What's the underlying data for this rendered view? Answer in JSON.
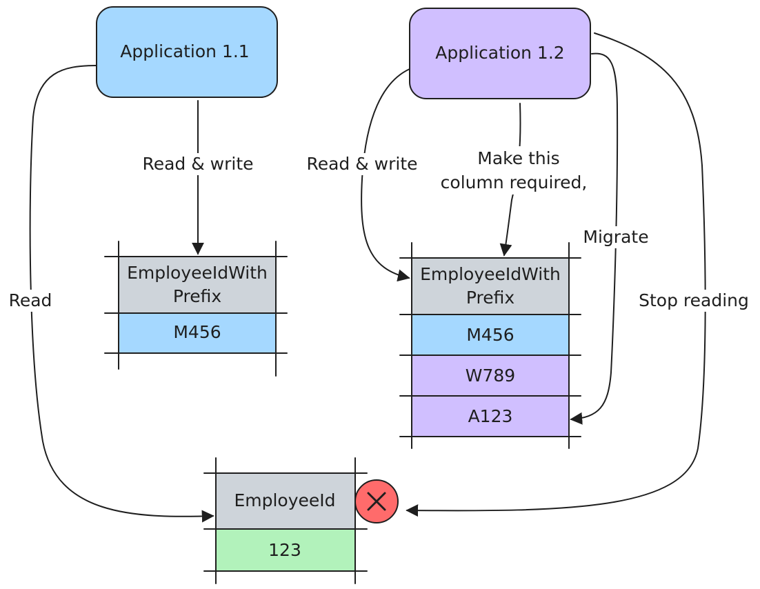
{
  "colors": {
    "app11": "#a5d8ff",
    "app12": "#d0bfff",
    "header_cell": "#ced4da",
    "employeeid_value": "#b2f2bb",
    "remove_badge": "#ff6b6b",
    "ink": "#1e1e1e"
  },
  "nodes": {
    "app11": {
      "label": "Application 1.1"
    },
    "app12": {
      "label": "Application 1.2"
    }
  },
  "tables": {
    "left": {
      "header_line1": "EmployeeIdWith",
      "header_line2": "Prefix",
      "rows": [
        {
          "value": "M456",
          "color": "#a5d8ff"
        }
      ]
    },
    "right": {
      "header_line1": "EmployeeIdWith",
      "header_line2": "Prefix",
      "rows": [
        {
          "value": "M456",
          "color": "#a5d8ff"
        },
        {
          "value": "W789",
          "color": "#d0bfff"
        },
        {
          "value": "A123",
          "color": "#d0bfff"
        }
      ]
    },
    "bottom": {
      "header": "EmployeeId",
      "rows": [
        {
          "value": "123",
          "color": "#b2f2bb"
        }
      ],
      "badge_icon": "x-icon"
    }
  },
  "edges": {
    "app11_to_left": "Read & write",
    "app11_to_bottom": "Read",
    "app12_to_right": "Read & write",
    "app12_required_line1": "Make this",
    "app12_required_line2": "column required,",
    "app12_migrate": "Migrate",
    "app12_stop": "Stop reading"
  }
}
